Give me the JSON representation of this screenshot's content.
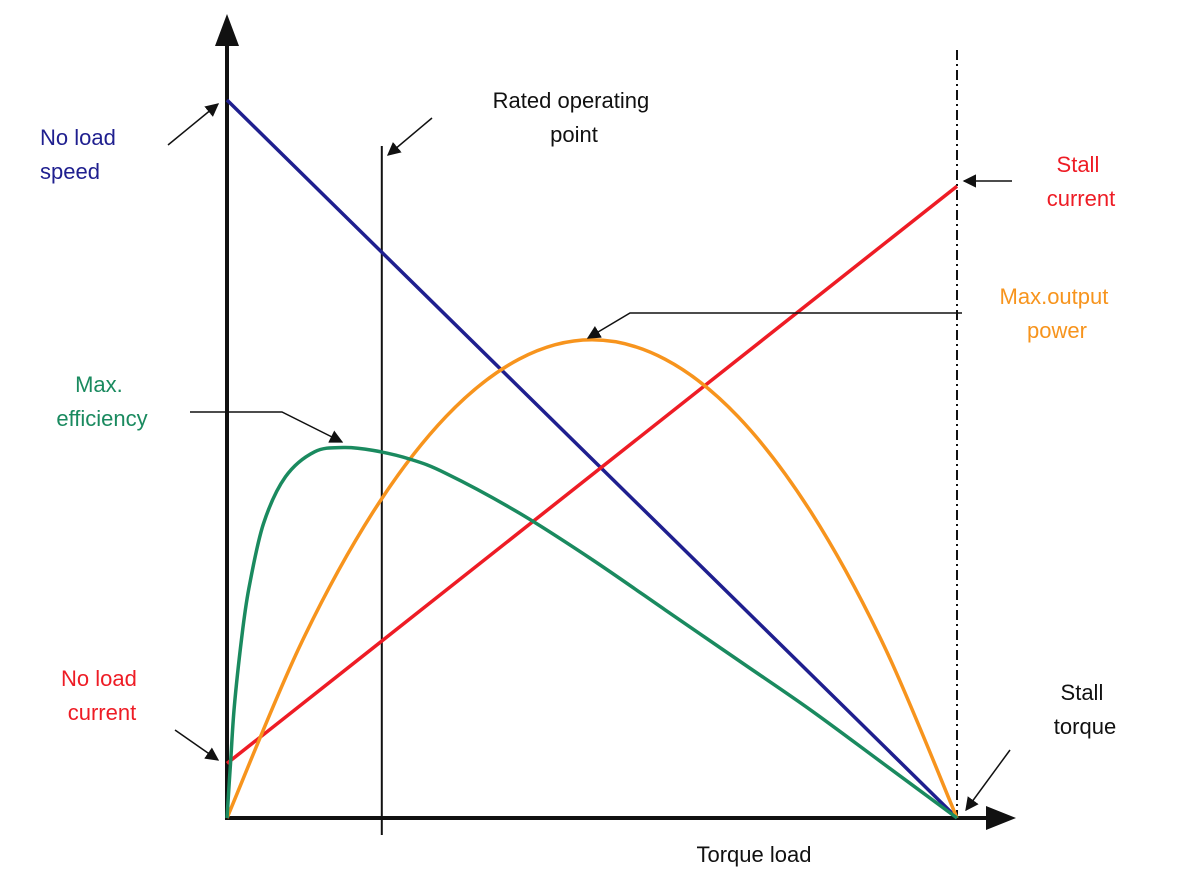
{
  "chart_data": {
    "type": "line",
    "xlabel": "Torque load",
    "ylabel": "",
    "xlim": [
      0,
      1
    ],
    "ylim": [
      0,
      1
    ],
    "series": [
      {
        "key": "speed",
        "color": "#1f1f8f",
        "x": [
          0,
          1
        ],
        "values": [
          1.0,
          0.0
        ]
      },
      {
        "key": "current",
        "color": "#ee1c25",
        "x": [
          0,
          1
        ],
        "values": [
          0.076,
          0.88
        ]
      },
      {
        "key": "power",
        "color": "#f7941d",
        "x": [
          0,
          0.1,
          0.2,
          0.3,
          0.4,
          0.5,
          0.6,
          0.7,
          0.8,
          0.9,
          1.0
        ],
        "values": [
          0,
          0.24,
          0.426,
          0.559,
          0.639,
          0.666,
          0.639,
          0.559,
          0.426,
          0.24,
          0
        ]
      },
      {
        "key": "efficiency",
        "color": "#1a8a5f",
        "x": [
          0,
          0.005,
          0.01,
          0.02,
          0.03,
          0.05,
          0.08,
          0.12,
          0.16,
          0.2,
          0.25,
          0.3,
          0.4,
          0.5,
          0.6,
          0.7,
          0.8,
          0.9,
          1.0
        ],
        "values": [
          0,
          0.08,
          0.155,
          0.25,
          0.32,
          0.41,
          0.475,
          0.51,
          0.516,
          0.512,
          0.5,
          0.48,
          0.425,
          0.36,
          0.29,
          0.22,
          0.15,
          0.075,
          0
        ]
      }
    ],
    "markers": {
      "rated_operating_point_x": 0.212
    },
    "annotations": {
      "no_load_speed": [
        "No load",
        "speed"
      ],
      "no_load_current": [
        "No load",
        "current"
      ],
      "rated_operating_point": [
        "Rated operating",
        "point"
      ],
      "stall_current": [
        "Stall",
        "current"
      ],
      "max_output_power": [
        "Max.output",
        "power"
      ],
      "max_efficiency": [
        "Max.",
        "efficiency"
      ],
      "stall_torque": [
        "Stall",
        "torque"
      ]
    },
    "annotation_colors": {
      "no_load_speed": "#1f1f8f",
      "no_load_current": "#ee1c25",
      "stall_current": "#ee1c25",
      "max_output_power": "#f7941d",
      "max_efficiency": "#1a8a5f",
      "rated_operating_point": "#111111",
      "stall_torque": "#111111"
    },
    "grid": false,
    "legend": "none"
  }
}
